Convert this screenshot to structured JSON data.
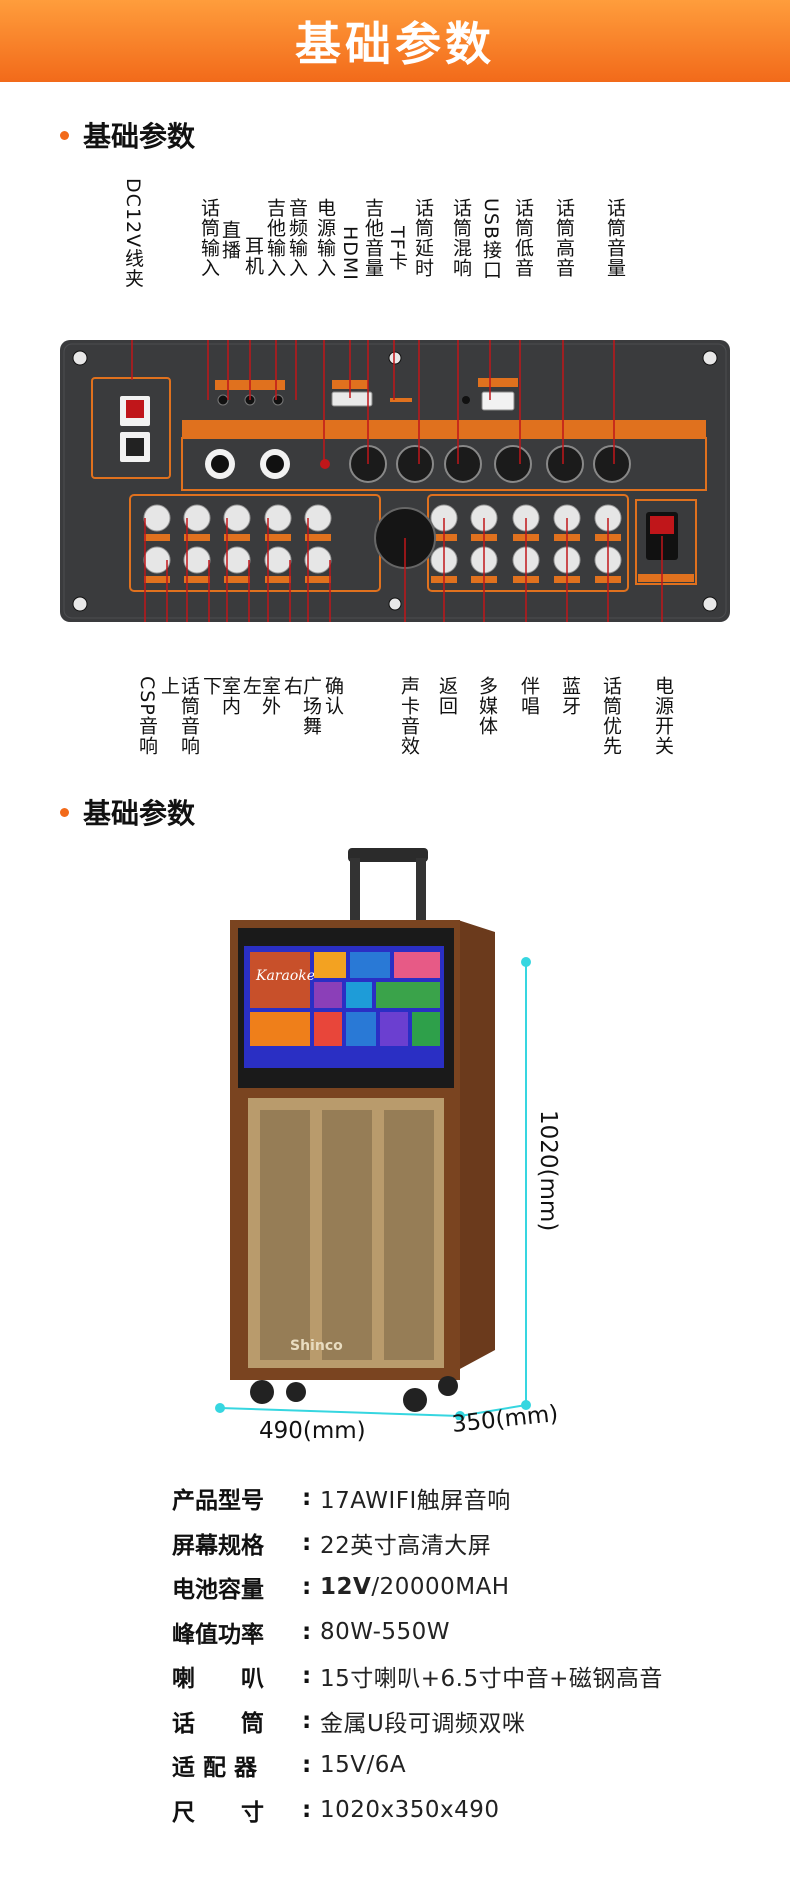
{
  "banner": {
    "title": "基础参数"
  },
  "sections": [
    {
      "title": "基础参数"
    },
    {
      "title": "基础参数"
    }
  ],
  "panel": {
    "top_labels": [
      {
        "text": "DC12V线夹"
      },
      {
        "text": "话筒输入"
      },
      {
        "text": "直播"
      },
      {
        "text": "耳机"
      },
      {
        "text": "吉他输入"
      },
      {
        "text": "音频输入"
      },
      {
        "text": "电源输入"
      },
      {
        "text": "HDMI"
      },
      {
        "text": "吉他音量"
      },
      {
        "text": "TF卡"
      },
      {
        "text": "话筒延时"
      },
      {
        "text": "话筒混响"
      },
      {
        "text": "USB接口"
      },
      {
        "text": "话筒低音"
      },
      {
        "text": "话筒高音"
      },
      {
        "text": "话筒音量"
      }
    ],
    "bottom_labels": [
      {
        "text": "CSP音响"
      },
      {
        "text": "上"
      },
      {
        "text": "话筒音响"
      },
      {
        "text": "下"
      },
      {
        "text": "室内"
      },
      {
        "text": "左"
      },
      {
        "text": "室外"
      },
      {
        "text": "右"
      },
      {
        "text": "广场舞"
      },
      {
        "text": "确认"
      },
      {
        "text": "声卡音效"
      },
      {
        "text": "返回"
      },
      {
        "text": "多媒体"
      },
      {
        "text": "伴唱"
      },
      {
        "text": "蓝牙"
      },
      {
        "text": "话筒优先"
      },
      {
        "text": "电源开关"
      }
    ]
  },
  "dimensions": {
    "height": "1020(mm)",
    "width": "490(mm)",
    "depth": "350(mm)"
  },
  "product": {
    "brand": "Shinco",
    "screen_word": "Karaoke"
  },
  "specs": [
    {
      "key": "产品型号",
      "value": "17AWIFI触屏音响",
      "bold": ""
    },
    {
      "key": "屏幕规格",
      "value": "22英寸高清大屏",
      "bold": ""
    },
    {
      "key": "电池容量",
      "bold": "12V",
      "value": "/20000MAH"
    },
    {
      "key": "峰值功率",
      "value": "80W-550W",
      "bold": ""
    },
    {
      "key": "喇　　叭",
      "value": "15寸喇叭+6.5寸中音+磁钢高音",
      "bold": ""
    },
    {
      "key": "话　　筒",
      "value": "金属U段可调频双咪",
      "bold": ""
    },
    {
      "key": "适 配 器",
      "value": "15V/6A",
      "bold": ""
    },
    {
      "key": "尺　　寸",
      "value": "1020x350x490",
      "bold": ""
    }
  ],
  "colors": {
    "accent": "#f26a1a",
    "line": "#c0161a",
    "dim_line": "#36d6e0",
    "panel": "#3a3b3d"
  }
}
